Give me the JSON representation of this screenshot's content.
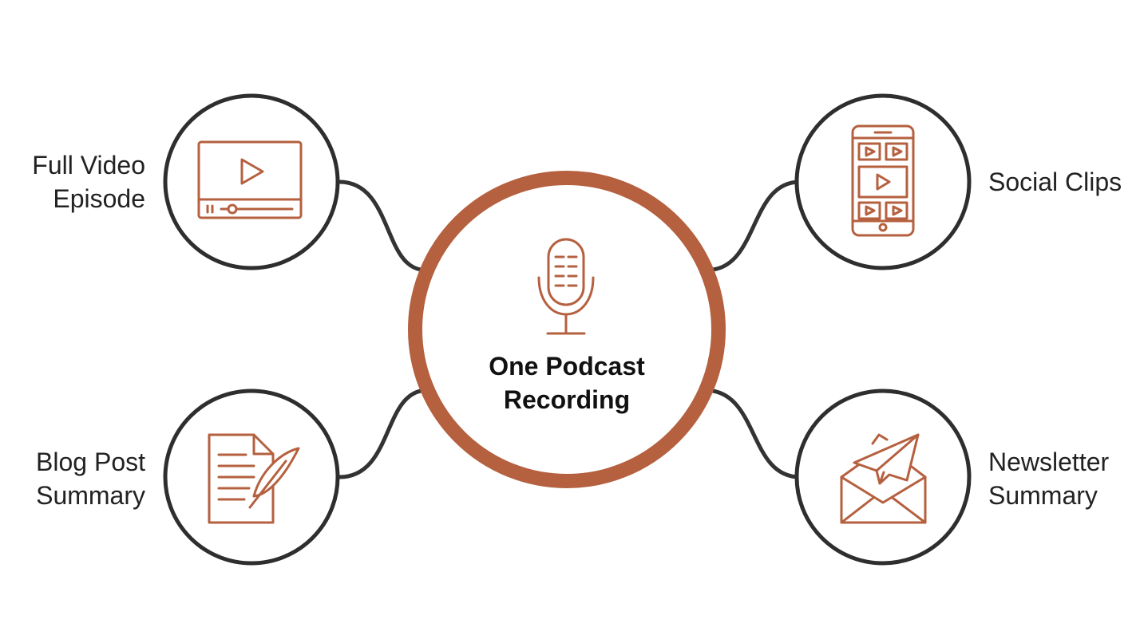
{
  "center": {
    "title_line1": "One Podcast",
    "title_line2": "Recording",
    "icon": "microphone-icon"
  },
  "outputs": {
    "video": {
      "line1": "Full Video",
      "line2": "Episode",
      "icon": "video-player-icon"
    },
    "blog": {
      "line1": "Blog Post",
      "line2": "Summary",
      "icon": "document-quill-icon"
    },
    "social": {
      "line1": "Social Clips",
      "icon": "smartphone-clips-icon"
    },
    "newsletter": {
      "line1": "Newsletter",
      "line2": "Summary",
      "icon": "envelope-paper-plane-icon"
    }
  },
  "colors": {
    "accent": "#B5603F",
    "ring": "#2E2E2E",
    "text": "#222222"
  }
}
